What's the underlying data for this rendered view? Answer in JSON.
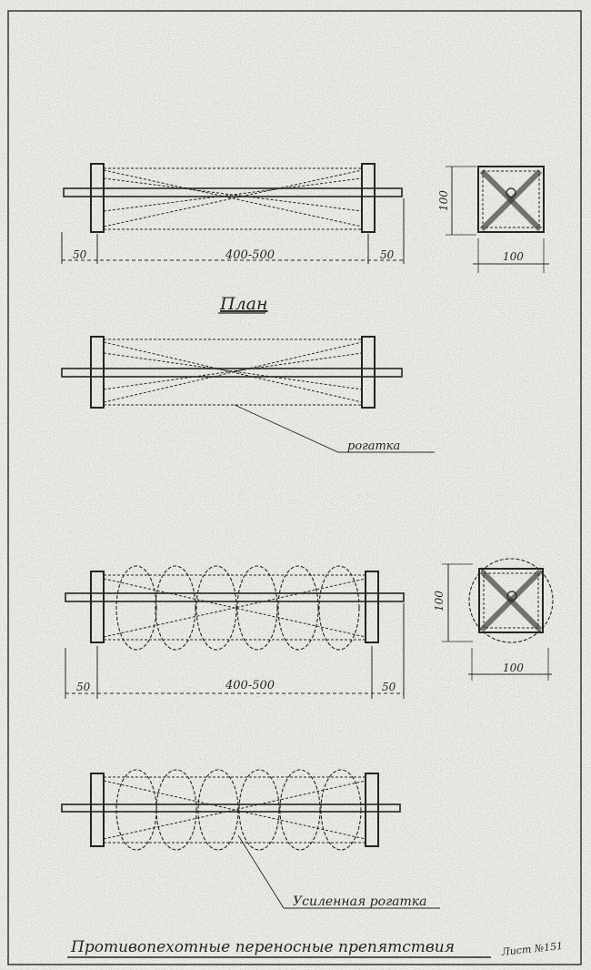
{
  "colors": {
    "paper": "#ecebe8",
    "ink": "#222222",
    "pencil": "#555555"
  },
  "labels": {
    "dim_50": "50",
    "dim_length": "400-500",
    "dim_50_alt": "50",
    "dim_100_v": "100",
    "dim_100_h": "100",
    "plan": "План",
    "rogatka": "рогатка",
    "usilennaya": "Усиленная рогатка",
    "title": "Противопехотные переносные препятствия",
    "sheet_no": "Лист №151"
  }
}
